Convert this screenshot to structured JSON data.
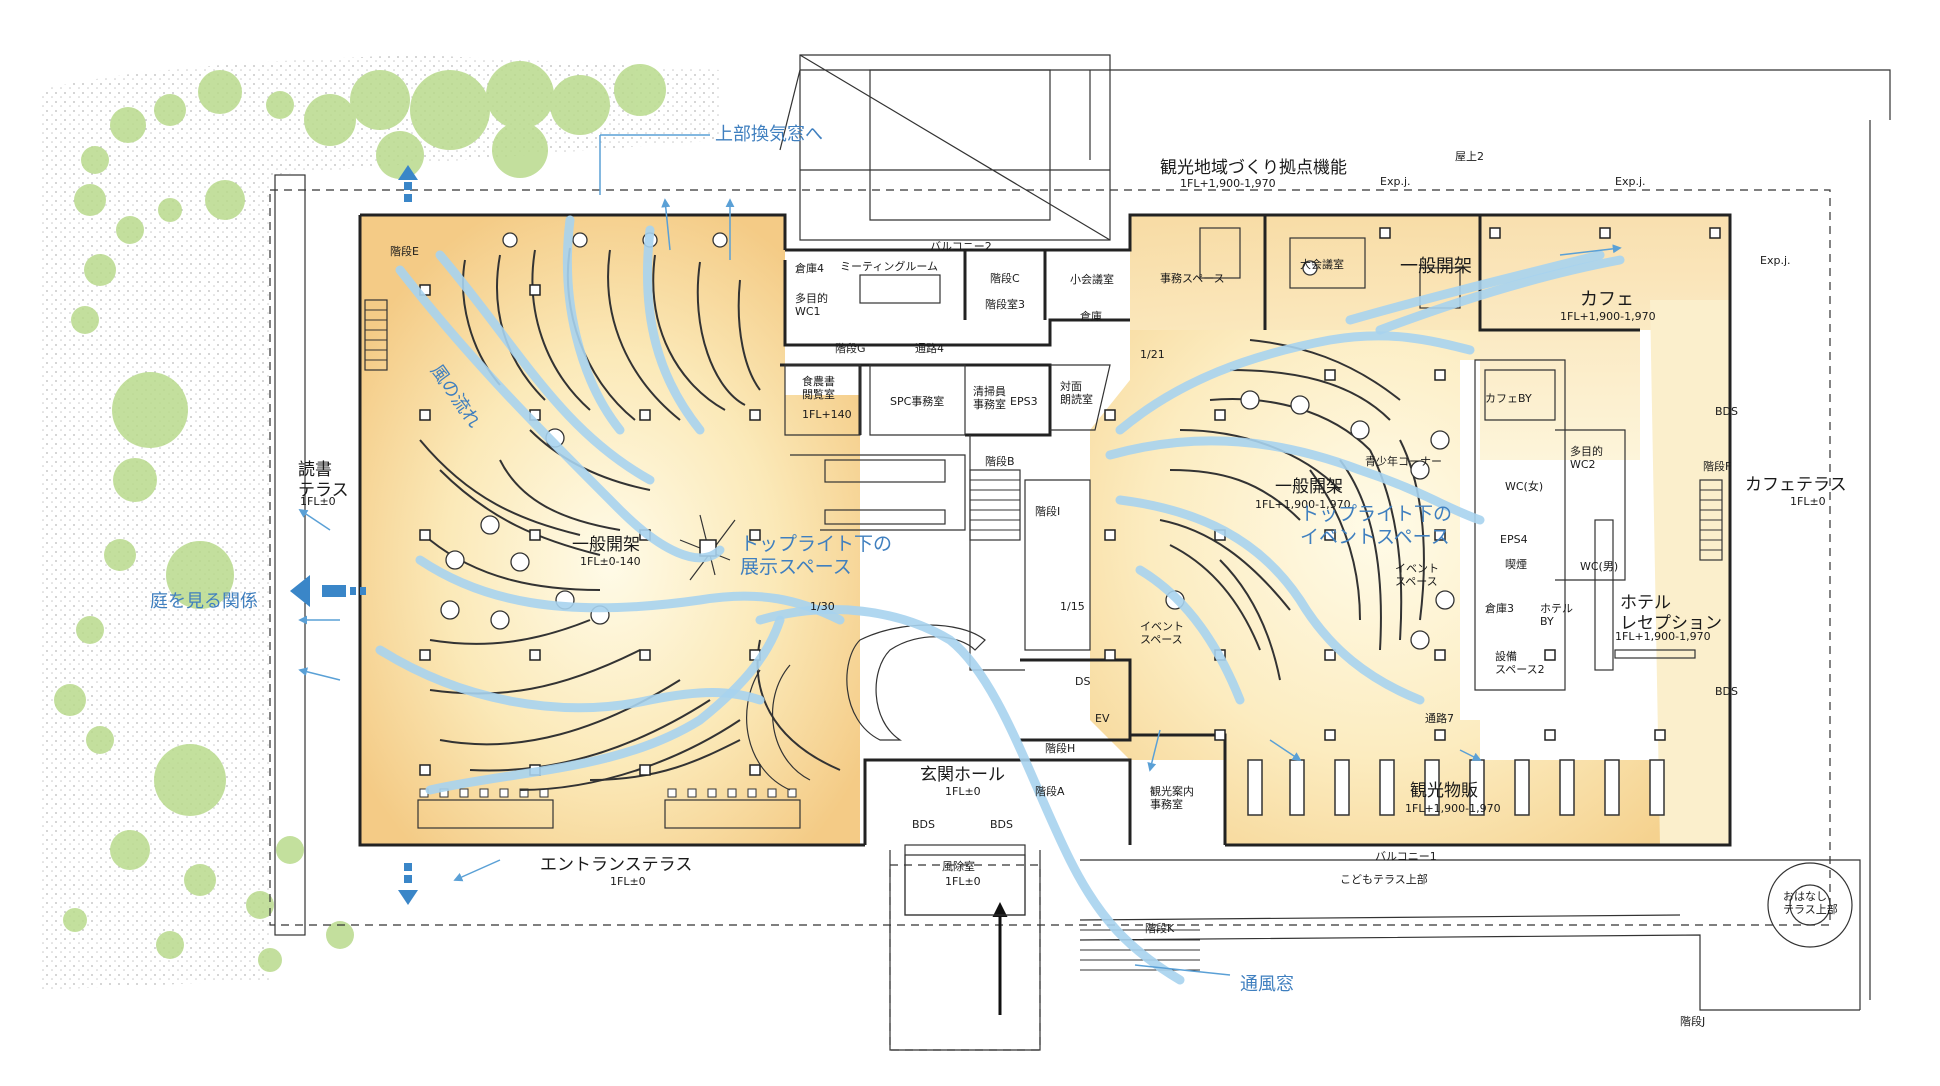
{
  "labels": {
    "upper_vent": "上部換気窓へ",
    "tourism_base": "観光地域づくり拠点機能",
    "tourism_base_level": "1FL+1,900-1,970",
    "rooftop": "屋上2",
    "expj1": "Exp.j.",
    "expj2": "Exp.j.",
    "expj3": "Exp.j.",
    "balcony2": "バルコニー2",
    "storage4": "倉庫4",
    "meeting_room": "ミーティングルーム",
    "stair_c": "階段C",
    "stair_3": "階段室3",
    "small_conf": "小会議室",
    "office_space": "事務スペース",
    "large_conf": "大会議室",
    "general_shelf_top": "一般開架",
    "multi_wc1": "多目的\nWC1",
    "stair_g": "階段G",
    "storage": "倉庫",
    "cafe": "カフェ",
    "cafe_level": "1FL+1,900-1,970",
    "corridor4": "通路4",
    "food_room": "食農書\n閲覧室",
    "food_room_level": "1FL+140",
    "spc_office": "SPC事務室",
    "cleaner_room": "清掃員\n事務室",
    "eps3": "EPS3",
    "reading_room": "対面\n朗読室",
    "slope_top": "1/21",
    "cafe_by": "カフェBY",
    "wind_flow": "風の流れ",
    "reading_terrace": "読書\nテラス",
    "reading_terrace_level": "1FL±0",
    "stair_e": "階段E",
    "stair_b": "階段B",
    "youth_corner": "青少年コーナー",
    "multi_wc2": "多目的\nWC2",
    "wc_f": "WC(女)",
    "general_shelf_right": "一般開架",
    "general_shelf_right_level": "1FL+1,900-1,970",
    "stair_i": "階段I",
    "cafe_terrace": "カフェテラス",
    "cafe_terrace_level": "1FL±0",
    "eps4": "EPS4",
    "smoking": "喫煙",
    "wc_m": "WC(男)",
    "general_shelf_left": "一般開架",
    "general_shelf_left_level": "1FL±0-140",
    "toplight_exhibit": "トップライト下の\n展示スペース",
    "toplight_event": "トップライト下の\nイベントスペース",
    "event_space1": "イベント\nスペース",
    "event_space2": "イベント\nスペース",
    "garden_relation": "庭を見る関係",
    "slope_mid": "1/15",
    "slope_left": "1/30",
    "storage3": "倉庫3",
    "hotel_by": "ホテル\nBY",
    "hotel_reception": "ホテル\nレセプション",
    "hotel_level": "1FL+1,900-1,970",
    "equipment_space2": "設備\nスペース2",
    "stair_f": "階段F",
    "bds_r1": "BDS",
    "bds_r2": "BDS",
    "ds": "DS",
    "ev": "EV",
    "corridor7": "通路7",
    "stair_h": "階段H",
    "entrance_hall": "玄関ホール",
    "entrance_hall_level": "1FL±0",
    "stair_a": "階段A",
    "tourist_info": "観光案内\n事務室",
    "souvenir": "観光物販",
    "souvenir_level": "1FL+1,900-1,970",
    "bds_l": "BDS",
    "bds_c": "BDS",
    "windbreak": "風除室",
    "windbreak_level": "1FL±0",
    "entrance_terrace": "エントランステラス",
    "entrance_terrace_level": "1FL±0",
    "balcony1": "バルコニー1",
    "kids_terrace": "こどもテラス上部",
    "stair_k": "階段K",
    "vent_window": "通風窓",
    "ohanashi_terrace": "おはなし\nテラス上部",
    "stair_j": "階段J"
  },
  "colors": {
    "floor_warm": "#f7d9a0",
    "floor_light": "#fdf6d8",
    "wind_flow": "#a7d3ee",
    "arrow_blue": "#3a86c8",
    "annotation_blue": "#3f7fbf",
    "tree": "#b8d98a",
    "ground_dots": "#9a9a9a"
  }
}
